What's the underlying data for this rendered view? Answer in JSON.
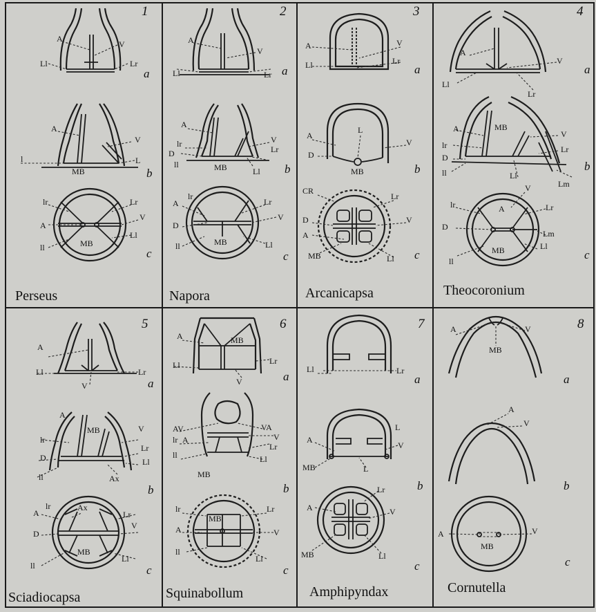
{
  "panels": [
    {
      "number": "1",
      "genus": "Perseus"
    },
    {
      "number": "2",
      "genus": "Napora"
    },
    {
      "number": "3",
      "genus": "Arcanicapsa"
    },
    {
      "number": "4",
      "genus": "Theocoronium"
    },
    {
      "number": "5",
      "genus": "Sciadiocapsa"
    },
    {
      "number": "6",
      "genus": "Squinabollum"
    },
    {
      "number": "7",
      "genus": "Amphipyndax"
    },
    {
      "number": "8",
      "genus": "Cornutella"
    }
  ],
  "views": [
    "a",
    "b",
    "c"
  ],
  "labels": {
    "A": "A",
    "V": "V",
    "Ll": "Ll",
    "Lr": "Lr",
    "L": "L",
    "l": "l",
    "MB": "MB",
    "D": "D",
    "lr": "lr",
    "ll": "ll",
    "CR": "CR",
    "Lm": "Lm",
    "Ax": "Ax",
    "AV": "AV",
    "VA": "VA"
  }
}
